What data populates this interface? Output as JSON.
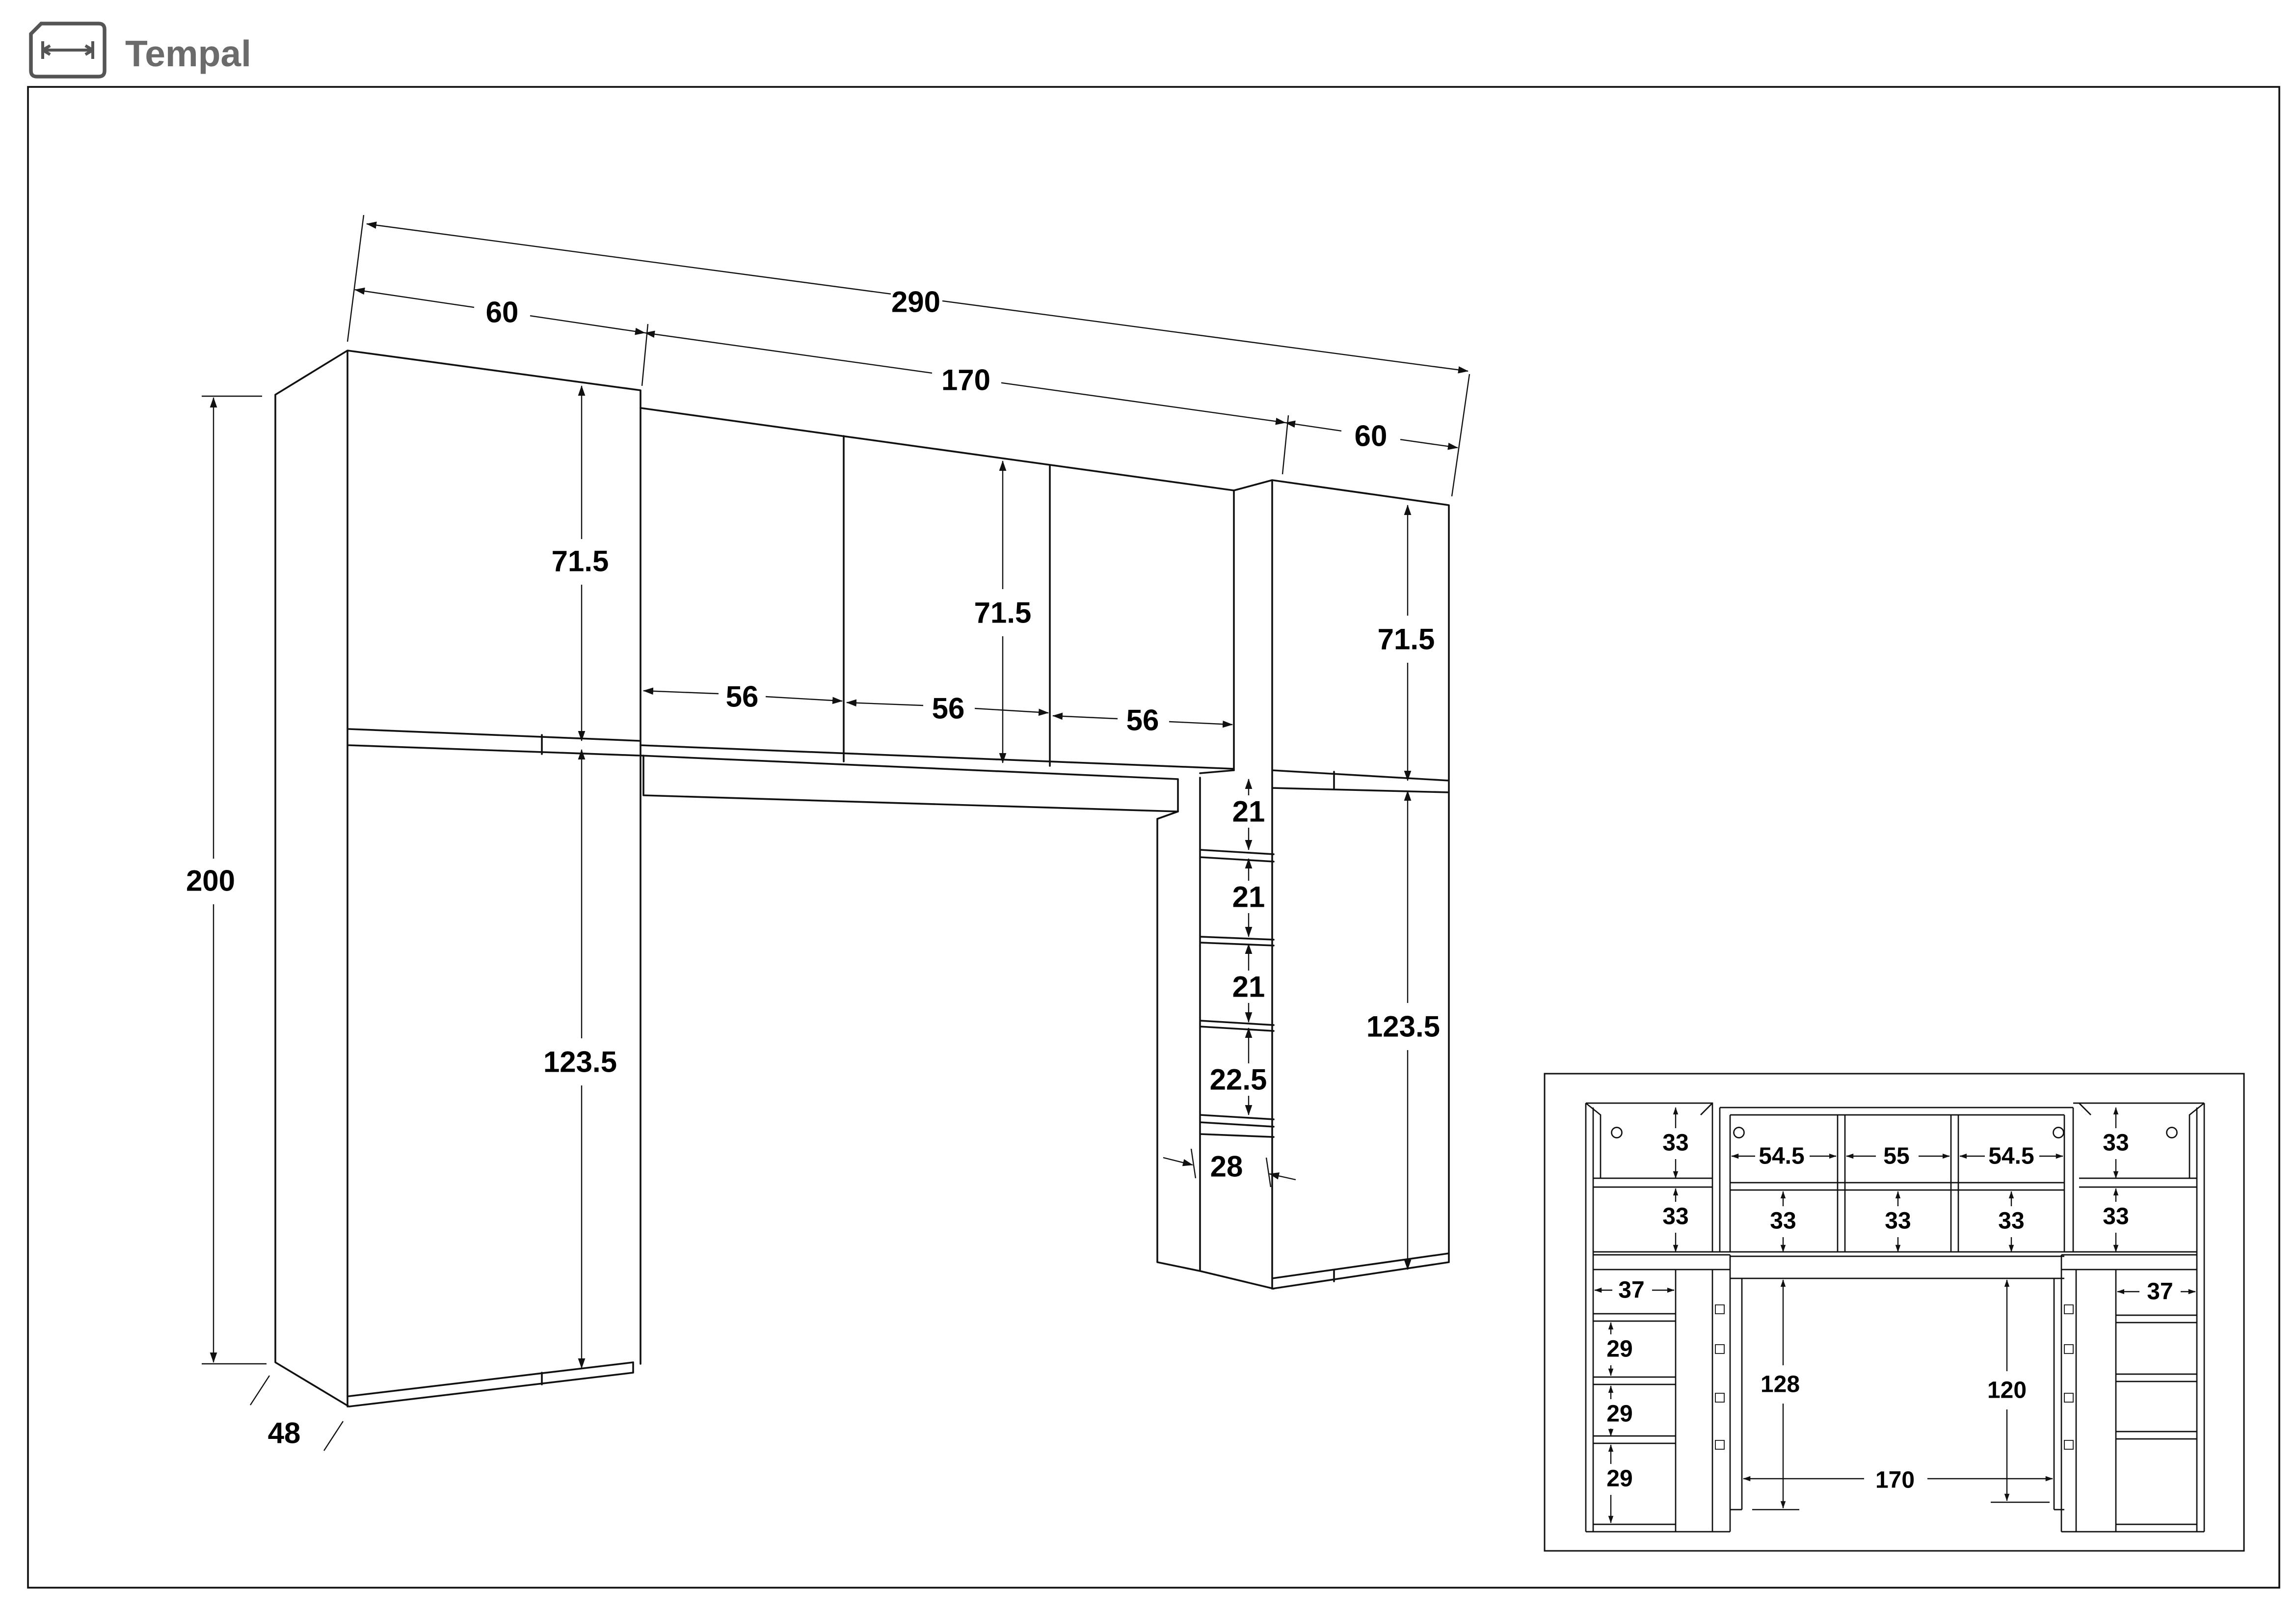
{
  "header": {
    "brand": "Tempal",
    "icon": "width-dimension-icon"
  },
  "main_view": {
    "overall_width": "290",
    "left_cabinet_width": "60",
    "bridge_width": "170",
    "right_cabinet_width": "60",
    "height": "200",
    "depth": "48",
    "left_upper_door_height": "71.5",
    "left_lower_door_height": "123.5",
    "bridge_door_height": "71.5",
    "bridge_door_widths": [
      "56",
      "56",
      "56"
    ],
    "right_upper_door_height": "71.5",
    "right_lower_door_height": "123.5",
    "shelf_heights": [
      "21",
      "21",
      "21",
      "22.5"
    ],
    "shelf_depth": "28"
  },
  "inset_view": {
    "top_row": [
      "33",
      "54.5",
      "55",
      "54.5",
      "33"
    ],
    "second_row": [
      "33",
      "33",
      "33",
      "33",
      "33"
    ],
    "side_shelf_widths": [
      "37",
      "37"
    ],
    "left_shelf_heights": [
      "29",
      "29",
      "29"
    ],
    "desk_clearance_left": "128",
    "desk_clearance_right": "120",
    "desk_opening_width": "170"
  }
}
